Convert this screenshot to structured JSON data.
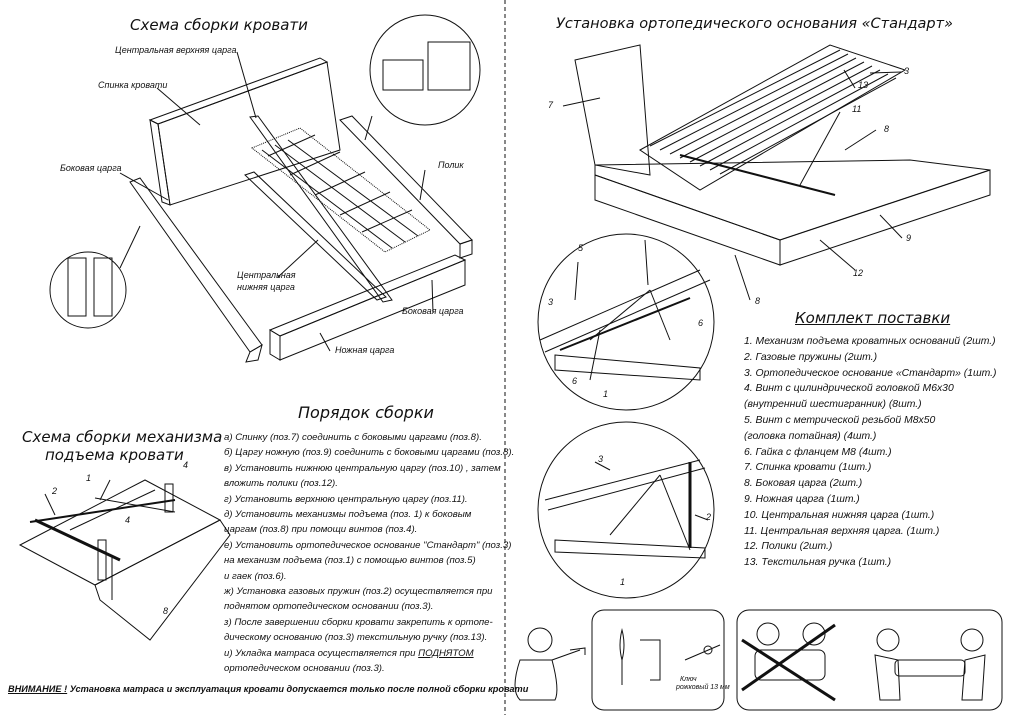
{
  "left": {
    "assembly_scheme": {
      "title": "Схема сборки кровати",
      "labels": {
        "central_top": "Центральная верхняя царга",
        "headboard": "Спинка кровати",
        "side": "Боковая царга",
        "shelf": "Полик",
        "central_bottom_1": "Центральная",
        "central_bottom_2": "нижняя царга",
        "side_2": "Боковая царга",
        "foot": "Ножная царга"
      }
    },
    "order": {
      "title": "Порядок сборки",
      "steps": [
        "а) Спинку (поз.7) соединить с боковыми царгами (поз.8).",
        "б) Царгу ножную (поз.9) соединить с боковыми царгами (поз.8).",
        "в) Установить нижнюю центральную царгу (поз.10) , затем",
        "вложить полики (поз.12).",
        "г) Установить верхнюю центральную царгу (поз.11).",
        "д) Установить механизмы подъема (поз. 1) к боковым",
        "царгам (поз.8) при помощи винтов (поз.4).",
        "е) Установить ортопедическое основание \"Стандарт\" (поз.3)",
        "на механизм подъема (поз.1) с помощью винтов (поз.5)",
        "и гаек (поз.6).",
        "ж) Установка газовых пружин (поз.2) осуществляется при",
        "поднятом ортопедическом основании (поз.3).",
        "з) После завершении сборки кровати закрепить к ортопе-",
        "дическому основанию (поз.3) текстильную ручку (поз.13).",
        "и) Укладка матраса осуществляется при",
        "ортопедическом основании (поз.3)."
      ],
      "raised_word": "ПОДНЯТОМ"
    },
    "mechanism": {
      "title_1": "Схема сборки механизма",
      "title_2": "подъема кровати",
      "callouts": [
        "2",
        "1",
        "4",
        "4",
        "8"
      ]
    },
    "warning": {
      "lead": "ВНИМАНИЕ !",
      "text": " Установка матраса и эксплуатация кровати допускается только после полной сборки кровати"
    }
  },
  "right": {
    "install": {
      "title": "Установка ортопедического основания «Стандарт»",
      "callouts": [
        "7",
        "13",
        "3",
        "11",
        "8",
        "9",
        "12",
        "8",
        "5",
        "3",
        "6",
        "6",
        "1",
        "3",
        "2",
        "1"
      ]
    },
    "kit": {
      "title": "Комплект поставки",
      "items": [
        "1. Механизм подъема кроватных оснований (2шт.)",
        "2. Газовые пружины (2шт.)",
        "3. Ортопедическое основание «Стандарт» (1шт.)",
        "4. Винт с цилиндрической головкой М6х30",
        "(внутренний шестигранник) (8шт.)",
        "5. Винт с метрической резьбой М8х50",
        "(головка потайная) (4шт.)",
        "6. Гайка с фланцем М8 (4шт.)",
        "7. Спинка кровати (1шт.)",
        "8. Боковая царга (2шт.)",
        "9. Ножная царга (1шт.)",
        "10. Центральная нижняя царга (1шт.)",
        "11. Центральная верхняя царга. (1шт.)",
        "12. Полики (2шт.)",
        "13. Текстильная ручка (1шт.)"
      ]
    },
    "tools": {
      "key_1": "Ключ",
      "key_2": "рожковый 13 мм"
    }
  }
}
